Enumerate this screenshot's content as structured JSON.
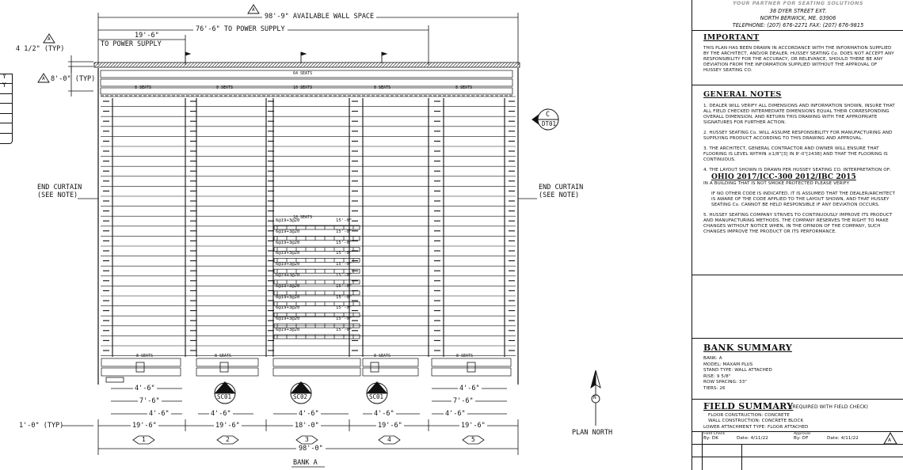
{
  "drawing": {
    "available_wall_space": "98'-9\" AVAILABLE WALL SPACE",
    "power_supply_76": "76'-6\" TO POWER SUPPLY",
    "power_supply_19": "19'-6\"",
    "power_supply_19_sub": "TO POWER SUPPLY",
    "typ_4_5": "4 1/2\" (TYP)",
    "typ_8_0": "8'-0\" (TYP)",
    "end_curtain_left": "END CURTAIN",
    "end_curtain_left_note": "(SEE NOTE)",
    "end_curtain_right": "END CURTAIN",
    "end_curtain_right_note": "(SEE NOTE)",
    "top_row_seats": "64 SEATS",
    "section_top_seats": [
      "8 SEATS",
      "8 SEATS",
      "10 SEATS",
      "8 SEATS",
      "8 SEATS"
    ],
    "section_bottom_seats": [
      "8 SEATS",
      "8 SEATS",
      "10 SEATS",
      "8 SEATS",
      "8 SEATS"
    ],
    "rail_label": "6@19+3@20",
    "rail_dim": "15'-0\"",
    "callout_c": "C",
    "callout_dt01": "DT01",
    "section_cuts": [
      {
        "num": "2",
        "ref": "SC01"
      },
      {
        "num": "1",
        "ref": "SC02"
      },
      {
        "num": "1",
        "ref": "SC01"
      }
    ],
    "sub_dims": {
      "a": "4'-6\"",
      "b": "7'-6\"",
      "c": "4'-6\""
    },
    "typ_1_0": "1'-0\" (TYP)",
    "section_widths": [
      "19'-6\"",
      "19'-6\"",
      "18'-0\"",
      "19'-6\"",
      "19'-6\""
    ],
    "section_numbers": [
      "1",
      "2",
      "3",
      "4",
      "5"
    ],
    "total_width": "98'-0\"",
    "bank_label": "BANK A",
    "plan_north": "PLAN NORTH",
    "north_letter": "N",
    "revision_marker": "A",
    "left_table_rows": [
      "Y",
      "Y",
      "",
      "",
      "",
      "",
      ""
    ]
  },
  "title_block": {
    "tagline": "YOUR PARTNER FOR SEATING SOLUTIONS",
    "address1": "38 DYER STREET EXT.",
    "address2": "NORTH BERWICK, ME. 03906",
    "telephone": "TELEPHONE: (207) 676-2271 FAX: (207) 676-9815",
    "important_heading": "IMPORTANT",
    "important_text": "THIS PLAN HAS BEEN DRAWN IN ACCORDANCE WITH THE INFORMATION SUPPLIED BY THE ARCHITECT, AND/OR DEALER. HUSSEY SEATING Co. DOES NOT ACCEPT ANY RESPONSIBILITY FOR THE ACCURACY, OR RELEVANCE, SHOULD THERE BE ANY DEVIATION FROM THE INFORMATION SUPPLIED WITHOUT THE APPROVAL OF HUSSEY SEATING CO.",
    "general_heading": "GENERAL NOTES",
    "notes": [
      "1. DEALER WILL VERIFY ALL DIMENSIONS AND INFORMATION SHOWN, INSURE THAT ALL FIELD CHECKED INTERMEDIATE DIMENSIONS EQUAL THEIR CORRESPONDING OVERALL DIMENSION, AND RETURN THIS DRAWING WITH THE APPROPRIATE SIGNATURES FOR FURTHER ACTION.",
      "2. HUSSEY SEATING Co. WILL ASSUME RESPONSIBILITY FOR MANUFACTURING AND SUPPLYING PRODUCT ACCORDING TO THIS DRAWING AND APPROVAL.",
      "3. THE ARCHITECT, GENERAL CONTRACTOR AND OWNER WILL ENSURE THAT FLOORING IS LEVEL WITHIN ±1/8\"[3] IN 8'-0\"[2438] AND THAT THE FLOORING IS CONTINUOUS.",
      "4. THE LAYOUT SHOWN IS DRAWN PER HUSSEY SEATING CO. INTERPRETATION OF:"
    ],
    "code": "OHIO 2017/ICC-300 2012/IBC 2015",
    "code_sub": "IN A BUILDING THAT IS NOT SMOKE PROTECTED PLEASE VERIFY",
    "note_if": "IF NO OTHER CODE IS INDICATED, IT IS ASSUMED THAT THE DEALER/ARCHITECT IS AWARE OF THE CODE APPLIED TO THE LAYOUT SHOWN, AND THAT HUSSEY SEATING Co. CANNOT BE HELD RESPONSIBLE IF ANY DEVIATION OCCURS.",
    "note5": "5. HUSSEY SEATING COMPANY STRIVES TO CONTINUOUSLY IMPROVE ITS PRODUCT AND MANUFACTURING METHODS. THE COMPANY RESERVES THE RIGHT TO MAKE CHANGES WITHOUT NOTICE WHEN, IN THE OPINION OF THE COMPANY, SUCH CHANGES IMPROVE THE PRODUCT OR ITS PERFORMANCE.",
    "bank_summary_heading": "BANK SUMMARY",
    "bank_summary": [
      "BANK: A",
      "MODEL: MAXAM PLUS",
      "STAND TYPE: WALL ATTACHED",
      "RISE: 9 5/8\"",
      "ROW SPACING: 33\"",
      "TIERS: 26"
    ],
    "field_summary_heading": "FIELD SUMMARY",
    "field_summary_sub": "(REQUIRED WITH FIELD CHECK)",
    "field_summary": [
      "FLOOR CONSTRUCTION: CONCRETE",
      "WALL CONSTRUCTION: CONCRETE BLOCK",
      "LOWER ATTACHMENT TYPE: FLOOR ATTACHED"
    ],
    "field_check_label": "Field Check",
    "field_check_by": "By: DK",
    "field_check_date": "Date: 4/11/22",
    "approval_label": "Approval",
    "approval_by": "By: DF",
    "approval_date": "Date: 4/11/22",
    "revision": "A"
  }
}
